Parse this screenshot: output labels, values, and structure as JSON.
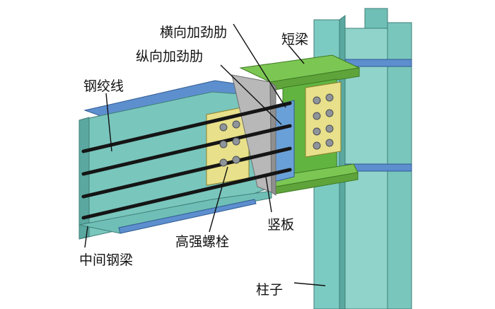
{
  "labels": {
    "transverse_stiffener": "横向加劲肋",
    "short_beam": "短梁",
    "longitudinal_stiffener": "纵向加劲肋",
    "strand": "钢绞线",
    "vertical_plate": "竖板",
    "hs_bolt": "高强螺栓",
    "middle_beam": "中间钢梁",
    "column": "柱子"
  },
  "colors": {
    "steel_cyan": "#79c6bd",
    "steel_cyan_dark": "#4f9d95",
    "flange_blue": "#5d8fcf",
    "short_beam_green": "#7cc753",
    "plate_yellow": "#e8e08a",
    "vertical_plate_gray": "#b8b8b8",
    "strand_black": "#151515",
    "bolt_gray": "#8e9499"
  }
}
